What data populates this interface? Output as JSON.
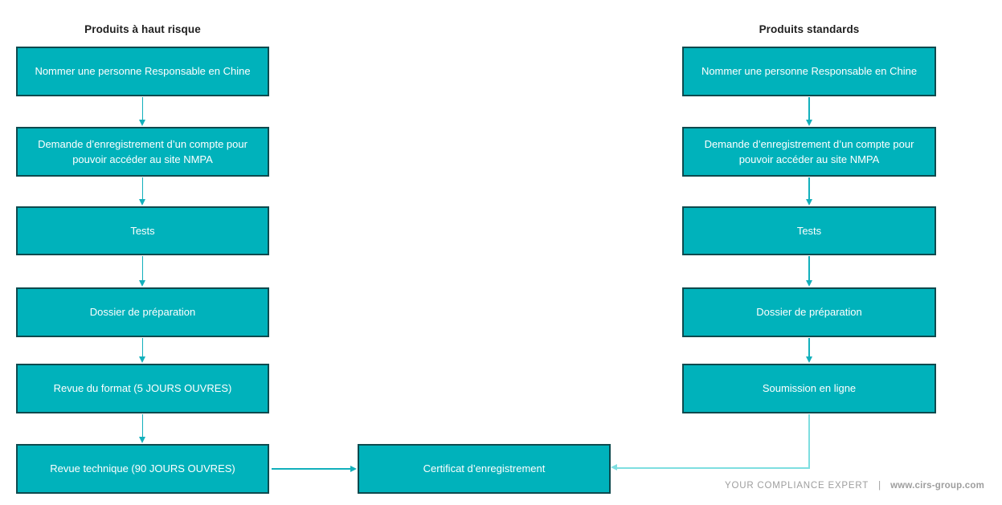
{
  "colors": {
    "box_fill": "#00b2bb",
    "box_border": "#0e4a4e",
    "box_text": "#ffffff",
    "connector": "#12b0bc",
    "connector_light": "#7edee0",
    "header_text": "#1f1f1f",
    "footer_text": "#9e9e9e"
  },
  "columns": [
    {
      "id": "high-risk",
      "header": "Produits à haut risque",
      "steps": [
        "Nommer une personne Responsable en Chine",
        "Demande d’enregistrement d’un compte pour pouvoir accéder au site NMPA",
        "Tests",
        "Dossier de préparation",
        "Revue du format (5 JOURS OUVRES)",
        "Revue technique (90 JOURS OUVRES)"
      ]
    },
    {
      "id": "standard",
      "header": "Produits standards",
      "steps": [
        "Nommer une personne Responsable en Chine",
        "Demande d’enregistrement d’un compte pour pouvoir accéder au site NMPA",
        "Tests",
        "Dossier de préparation",
        "Soumission en ligne"
      ]
    }
  ],
  "final_step": "Certificat d’enregistrement",
  "footer": {
    "brand": "YOUR COMPLIANCE EXPERT",
    "separator": "|",
    "website": "www.cirs-group.com"
  }
}
